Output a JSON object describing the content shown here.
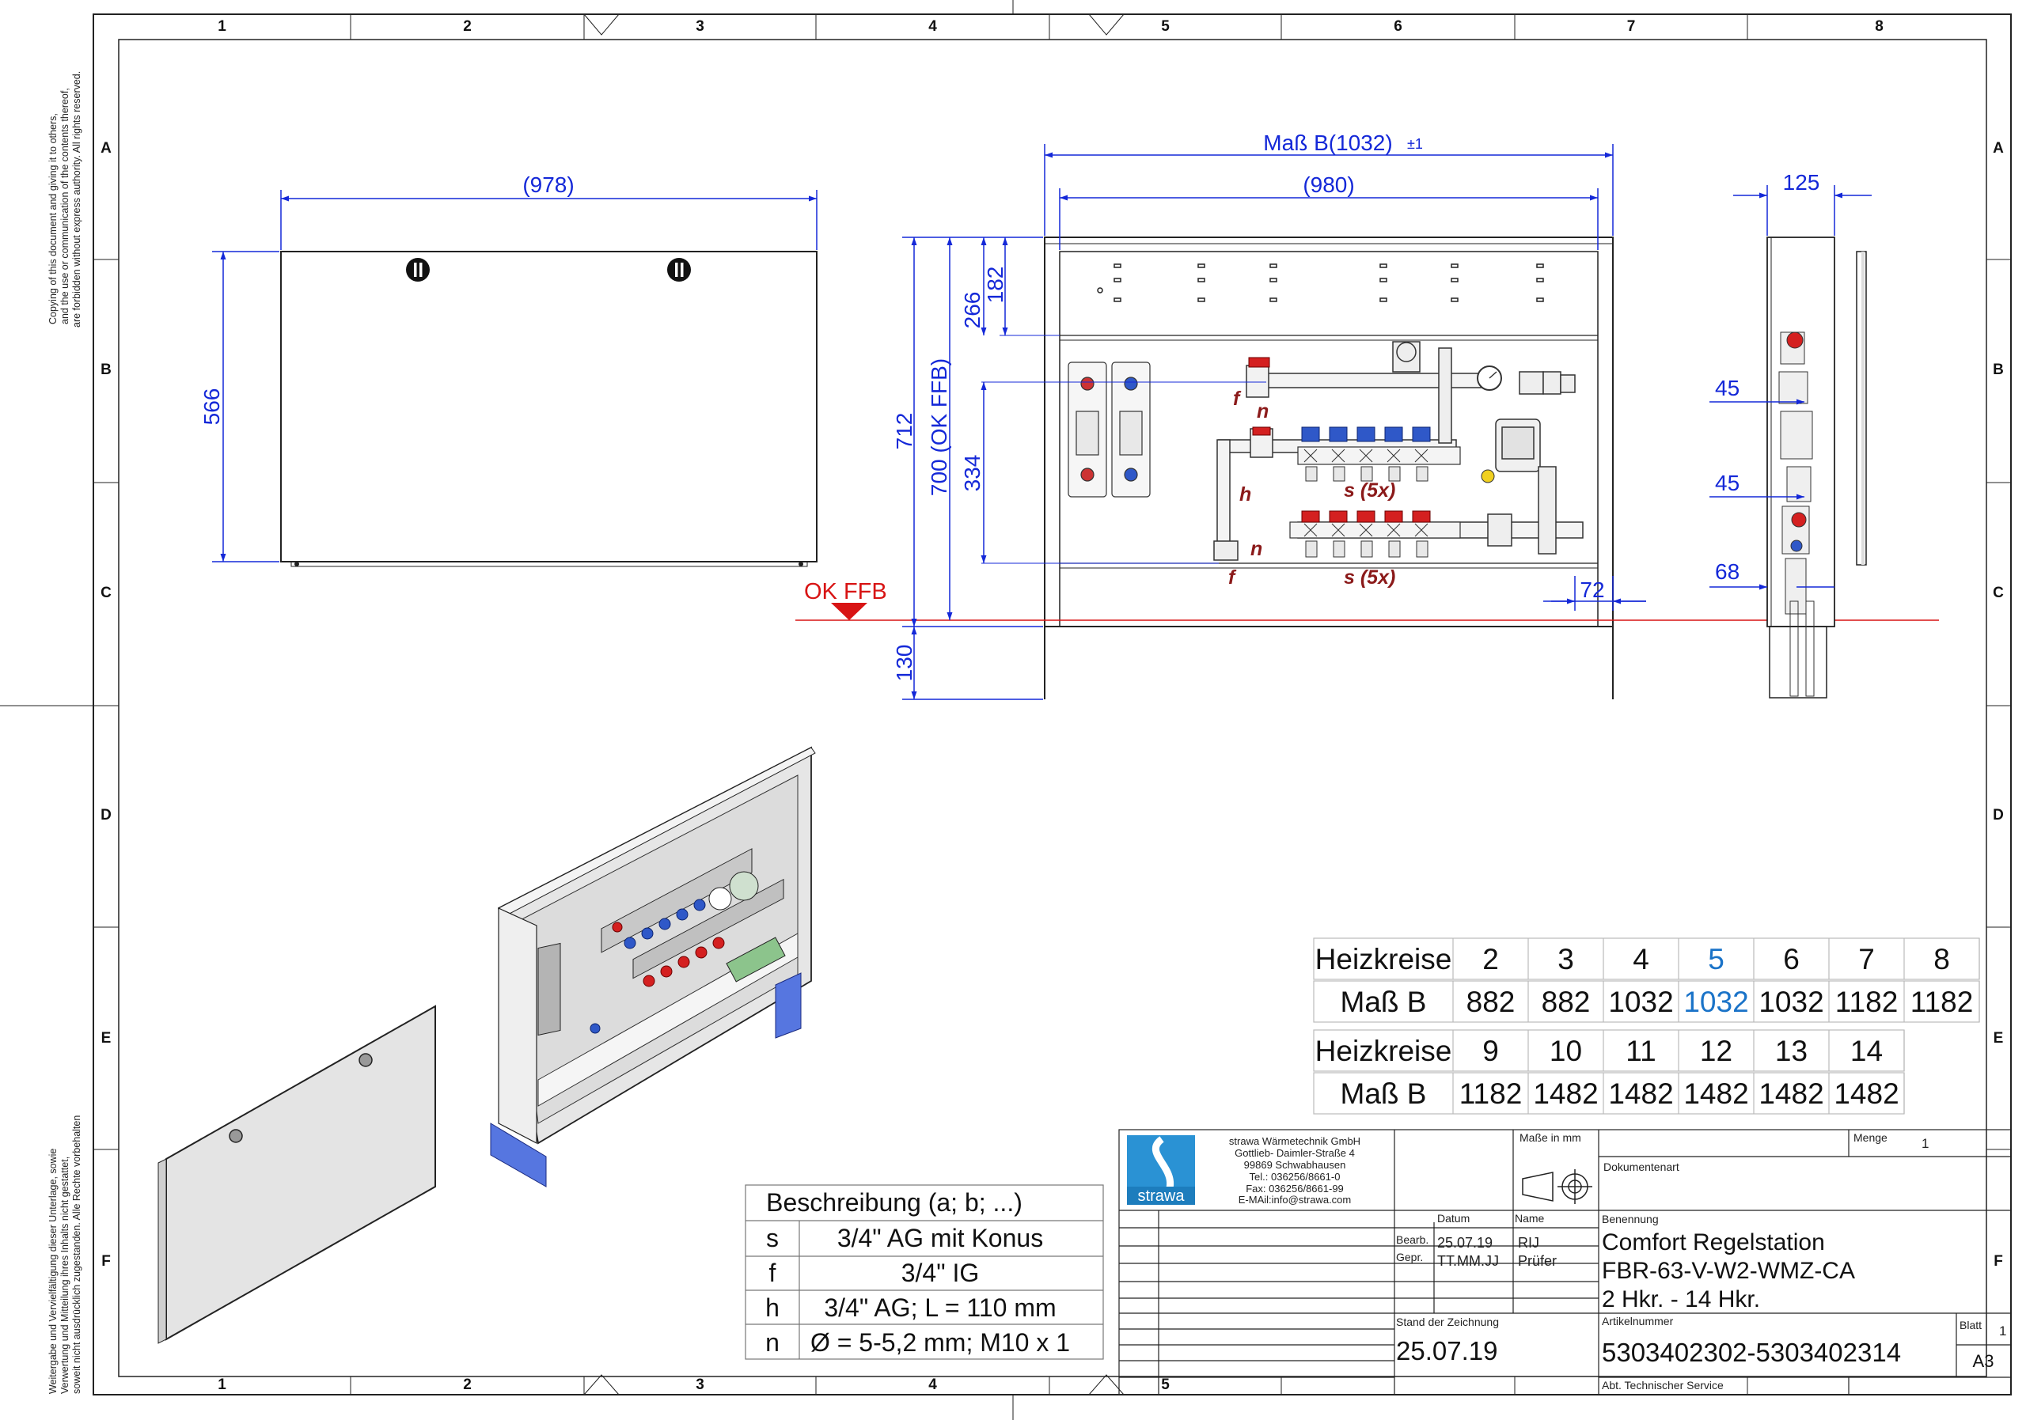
{
  "border": {
    "columns_top": [
      "1",
      "2",
      "3",
      "4",
      "5",
      "6",
      "7",
      "8"
    ],
    "columns_bottom": [
      "1",
      "2",
      "3",
      "4",
      "5"
    ],
    "rows": [
      "A",
      "B",
      "C",
      "D",
      "E",
      "F"
    ]
  },
  "notices": {
    "copyright_en": [
      "Copying of this document and giving it to others,",
      "and the use or communication of the contents thereof,",
      "are forbidden without express authority.  All rights reserved."
    ],
    "copyright_de": [
      "Weitergabe und Vervielfältigung dieser Unterlage, sowie",
      "Verwertung und Mitteilung ihres Inhalts nicht gestattet,",
      "soweit nicht ausdrücklich zugestanden.  Alle Rechte vorbehalten"
    ]
  },
  "front_view": {
    "width_label": "(978)",
    "height_label": "566"
  },
  "main_view": {
    "overall_width_label": "Maß B(1032)",
    "tolerance": "±1",
    "inner_width_label": "(980)",
    "dims": {
      "d182": "182",
      "d266": "266",
      "d334": "334",
      "d712": "712",
      "d700": "700 (OK FFB)",
      "d130": "130",
      "d72": "72"
    },
    "floor_label": "OK FFB",
    "callouts": {
      "f": "f",
      "n": "n",
      "h": "h",
      "s5": "s (5x)"
    }
  },
  "side_view": {
    "depth_label": "125",
    "d45a": "45",
    "d45b": "45",
    "d68": "68"
  },
  "size_table": {
    "rows": [
      {
        "label": "Heizkreise",
        "cells": [
          "2",
          "3",
          "4",
          "5",
          "6",
          "7",
          "8"
        ]
      },
      {
        "label": "Maß B",
        "cells": [
          "882",
          "882",
          "1032",
          "1032",
          "1032",
          "1182",
          "1182"
        ]
      },
      {
        "label": "Heizkreise",
        "cells": [
          "9",
          "10",
          "11",
          "12",
          "13",
          "14"
        ]
      },
      {
        "label": "Maß B",
        "cells": [
          "1182",
          "1482",
          "1482",
          "1482",
          "1482",
          "1482"
        ]
      }
    ],
    "highlight_color": "#1a73c8"
  },
  "desc_table": {
    "header": "Beschreibung (a; b; ...)",
    "rows": [
      {
        "key": "s",
        "value": "3/4\" AG mit Konus"
      },
      {
        "key": "f",
        "value": "3/4\" IG"
      },
      {
        "key": "h",
        "value": "3/4\" AG; L = 110 mm"
      },
      {
        "key": "n",
        "value": "Ø = 5-5,2 mm; M10 x 1"
      }
    ]
  },
  "title_block": {
    "company": [
      "strawa Wärmetechnik GmbH",
      "Gottlieb- Daimler-Straße 4",
      "99869 Schwabhausen",
      "Tel.: 036256/8661-0",
      "Fax: 036256/8661-99",
      "E-MAil:info@strawa.com"
    ],
    "logo_text": "strawa",
    "units_label": "Maße in mm",
    "menge_label": "Menge",
    "menge_value": "1",
    "dokumentenart_label": "Dokumentenart",
    "datum_label": "Datum",
    "name_label": "Name",
    "bearb_label": "Bearb.",
    "bearb_date": "25.07.19",
    "bearb_name": "RIJ",
    "gepr_label": "Gepr.",
    "gepr_date": "TT.MM.JJ",
    "gepr_name": "Prüfer",
    "benennung_label": "Benennung",
    "title_lines": [
      "Comfort Regelstation",
      "FBR-63-V-W2-WMZ-CA",
      "2 Hkr. - 14 Hkr."
    ],
    "stand_label": "Stand der Zeichnung",
    "stand_value": "25.07.19",
    "artikel_label": "Artikelnummer",
    "artikel_value": "5303402302-5303402314",
    "blatt_label": "Blatt",
    "blatt_value": "1",
    "format_value": "A3",
    "abt_label": "Abt. Technischer Service"
  },
  "colors": {
    "dimension": "#1428d8",
    "floor_line": "#d81414",
    "callout": "#8b1a1a",
    "line": "#222222"
  }
}
